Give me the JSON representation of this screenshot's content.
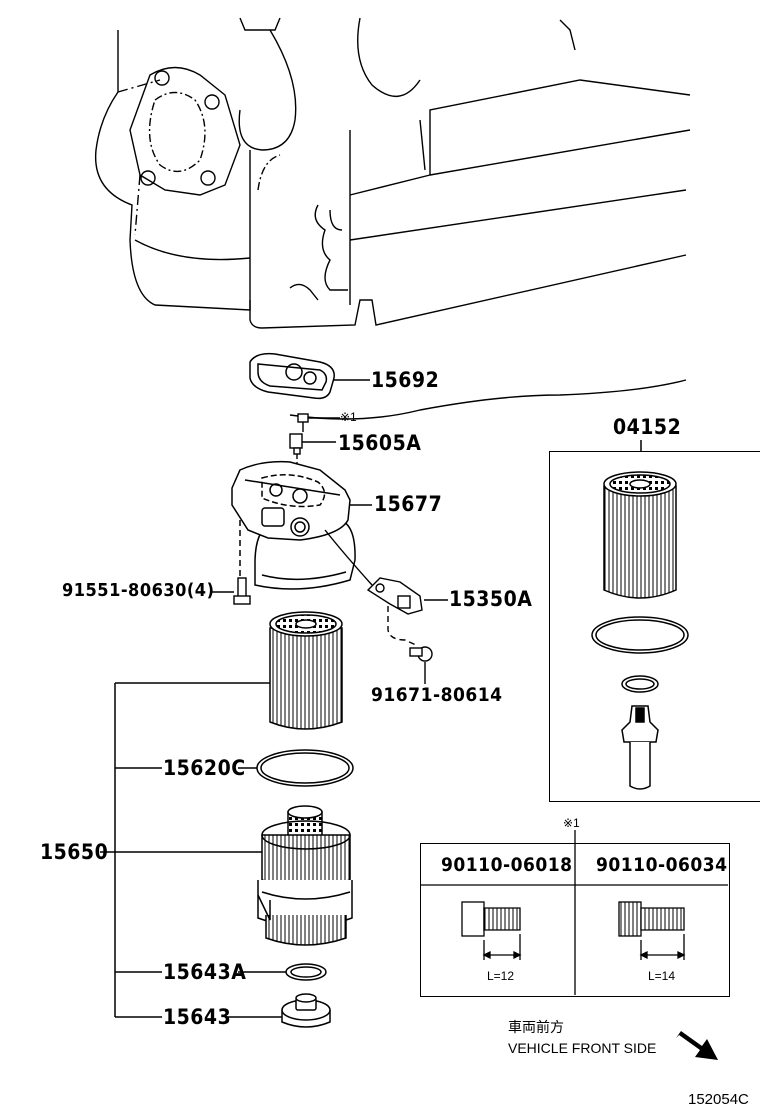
{
  "labels": {
    "p15692": "15692",
    "note_mark_1": "※1",
    "p15605A": "15605A",
    "p15677": "15677",
    "p91551": "91551-80630(4)",
    "p15350A": "15350A",
    "p91671": "91671-80614",
    "p04152": "04152",
    "p15620C": "15620C",
    "p15650": "15650",
    "p15643A": "15643A",
    "p15643": "15643",
    "note_mark_2": "※1"
  },
  "bolt_table": {
    "col1_part": "90110-06018",
    "col2_part": "90110-06034",
    "col1_length": "L=12",
    "col2_length": "L=14"
  },
  "direction": {
    "jp": "車両前方",
    "en": "VEHICLE FRONT SIDE"
  },
  "figure_id": "152054C"
}
